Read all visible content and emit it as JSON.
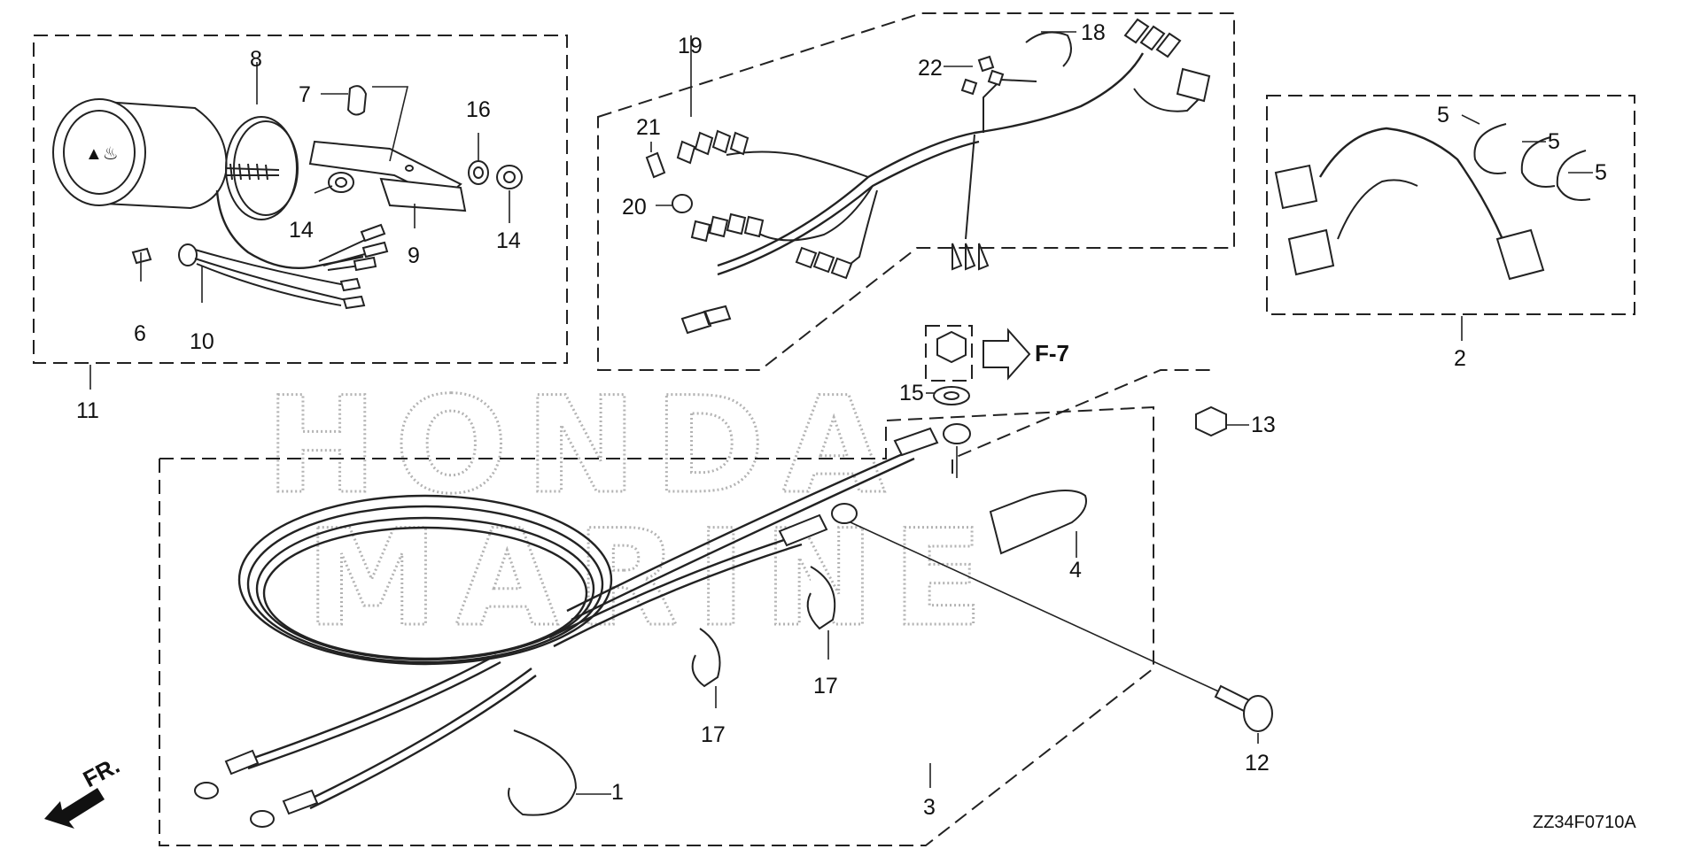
{
  "watermark": {
    "line1": "HONDA",
    "line2": "MARINE"
  },
  "direction_label": "FR.",
  "reference": {
    "label": "F-7"
  },
  "diagram_code": "ZZ34F0710A",
  "callouts": {
    "c1": "1",
    "c2": "2",
    "c3": "3",
    "c4": "4",
    "c5a": "5",
    "c5b": "5",
    "c5c": "5",
    "c6": "6",
    "c7": "7",
    "c8": "8",
    "c9": "9",
    "c10": "10",
    "c11": "11",
    "c12": "12",
    "c13": "13",
    "c14a": "14",
    "c14b": "14",
    "c15": "15",
    "c16": "16",
    "c17a": "17",
    "c17b": "17",
    "c18": "18",
    "c19": "19",
    "c20": "20",
    "c21": "21",
    "c22": "22"
  }
}
